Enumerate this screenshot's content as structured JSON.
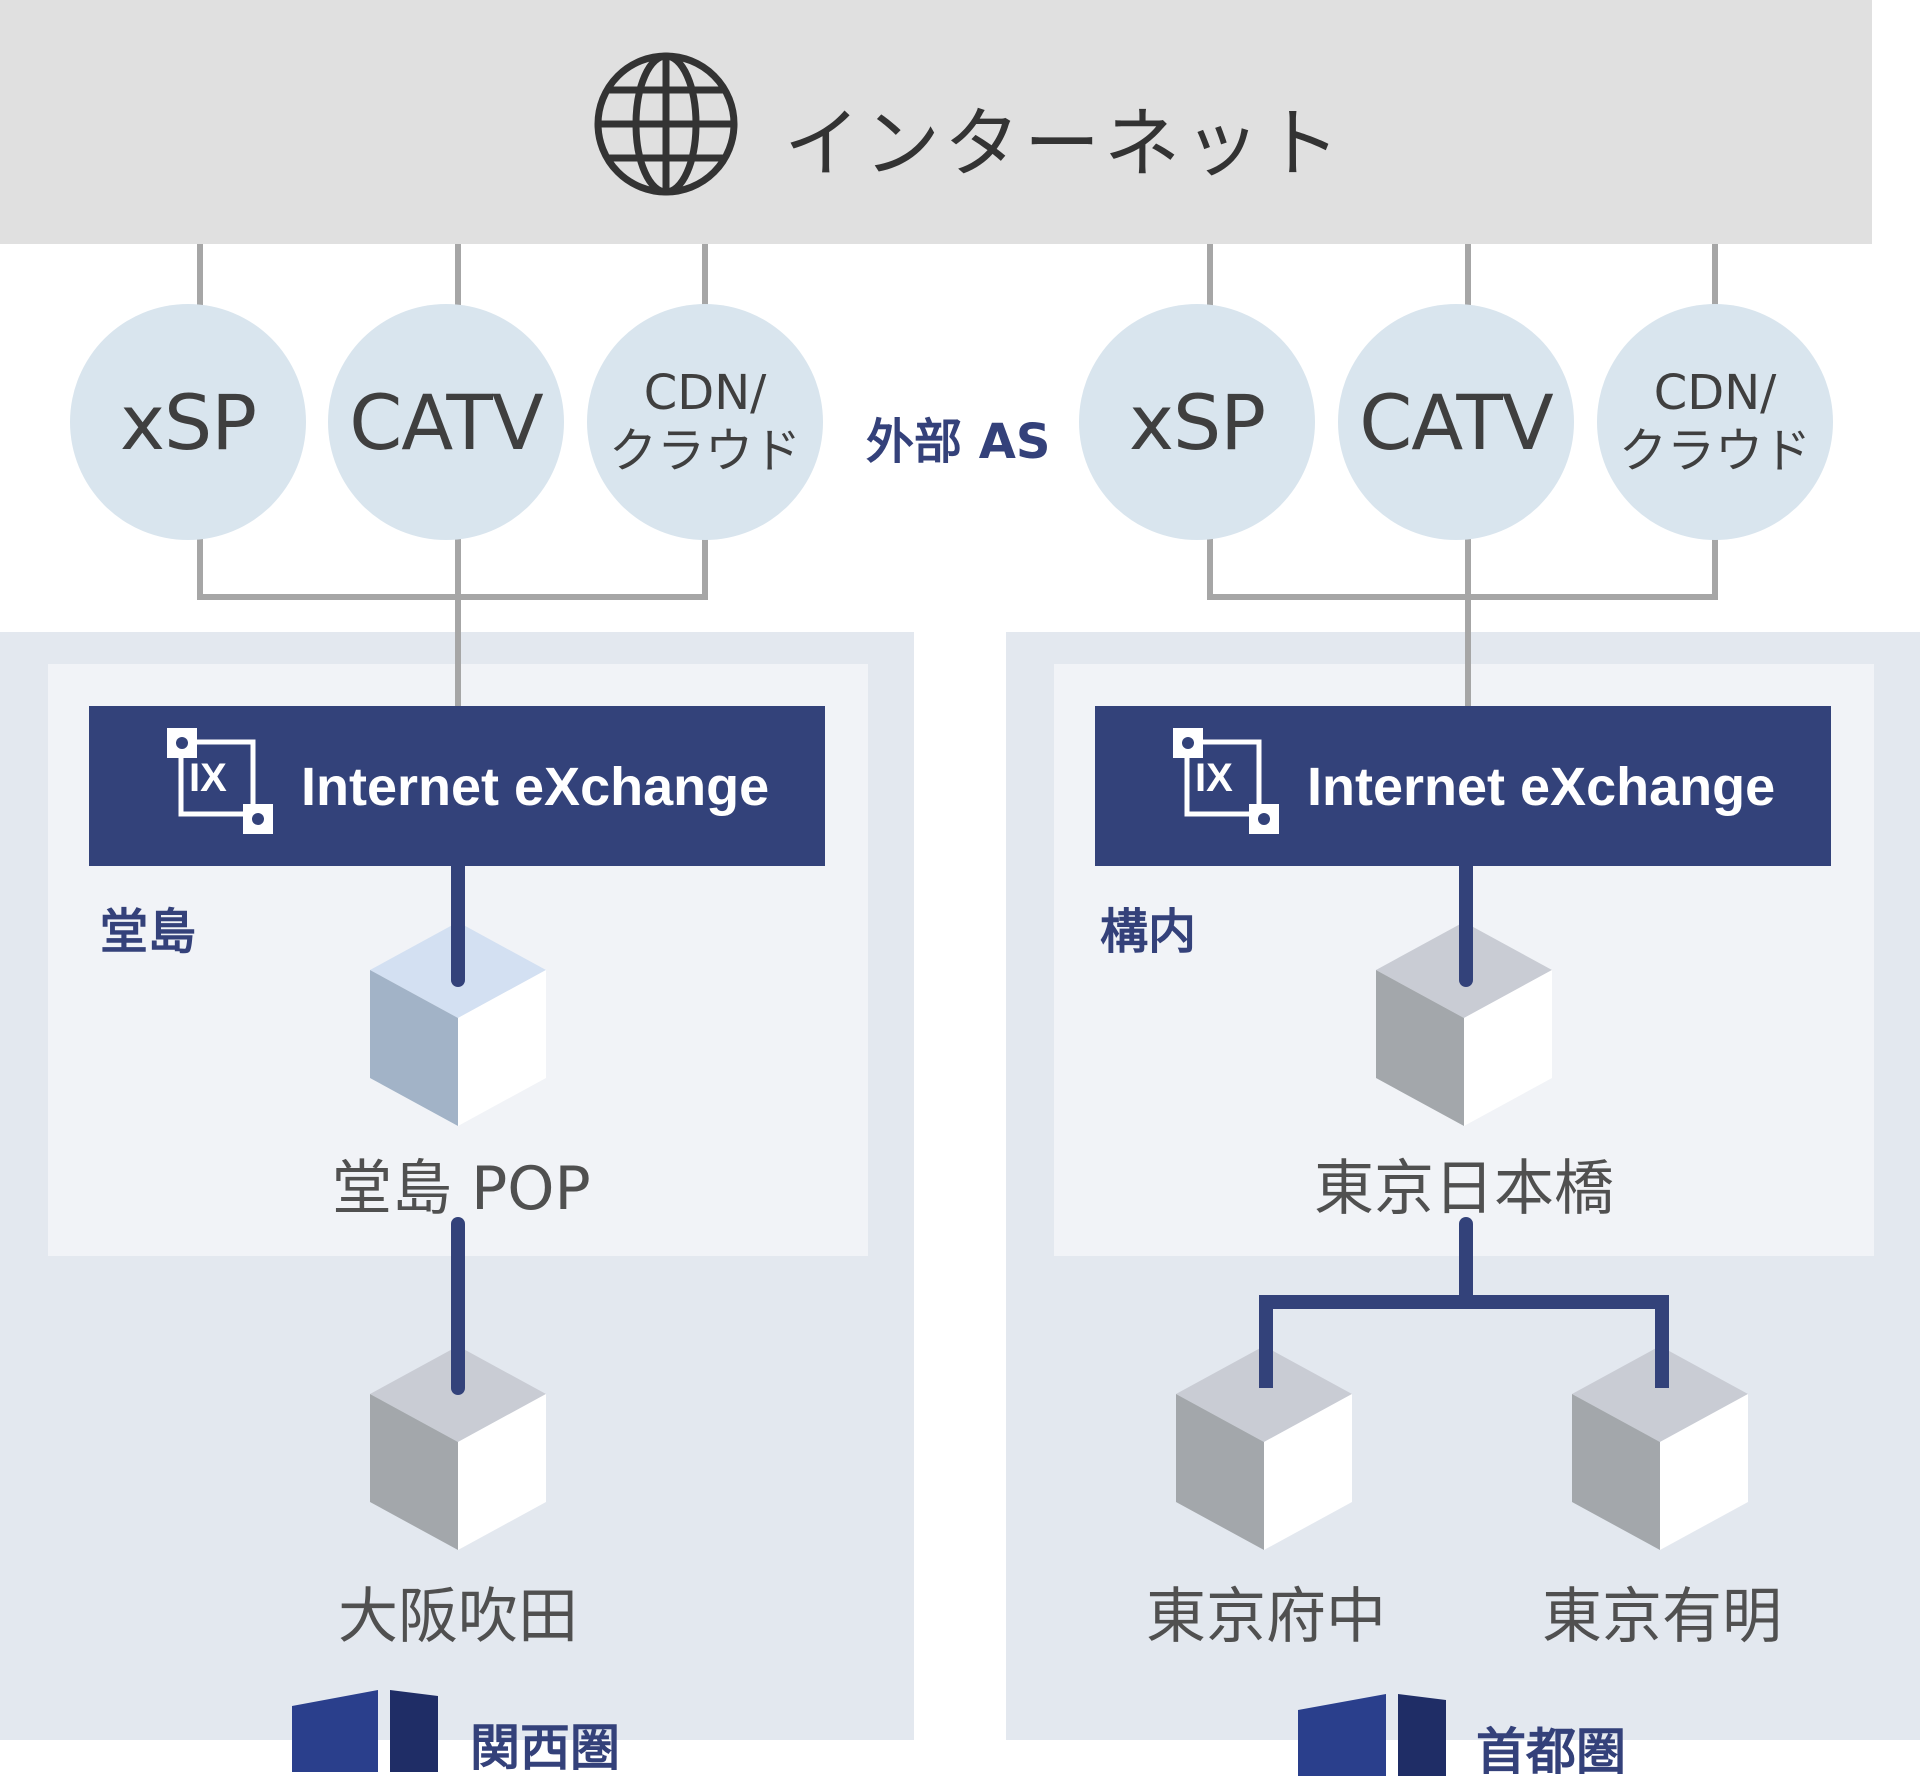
{
  "internet": {
    "label": "インターネット",
    "icon": "globe-icon"
  },
  "external_as_label": "外部 AS",
  "left_group": {
    "circles": [
      {
        "label": "xSP"
      },
      {
        "label": "CATV"
      },
      {
        "label_line1": "CDN/",
        "label_line2": "クラウド"
      }
    ],
    "ix_label": "Internet eXchange",
    "ix_icon_text": "IX",
    "site_label": "堂島",
    "pop_label": "堂島 POP",
    "node_label": "大阪吹田",
    "region_label": "関西圏"
  },
  "right_group": {
    "circles": [
      {
        "label": "xSP"
      },
      {
        "label": "CATV"
      },
      {
        "label_line1": "CDN/",
        "label_line2": "クラウド"
      }
    ],
    "ix_label": "Internet eXchange",
    "ix_icon_text": "IX",
    "site_label": "構内",
    "pop_label": "東京日本橋",
    "node_labels": [
      "東京府中",
      "東京有明"
    ],
    "region_label": "首都圏"
  },
  "colors": {
    "internet_band": "#e0e0e0",
    "circle_fill": "#d9e5ee",
    "region_panel": "#e3e8ef",
    "site_panel": "#f1f3f7",
    "ix_navy": "#33427a",
    "connector_gray": "#a6a6a6"
  }
}
